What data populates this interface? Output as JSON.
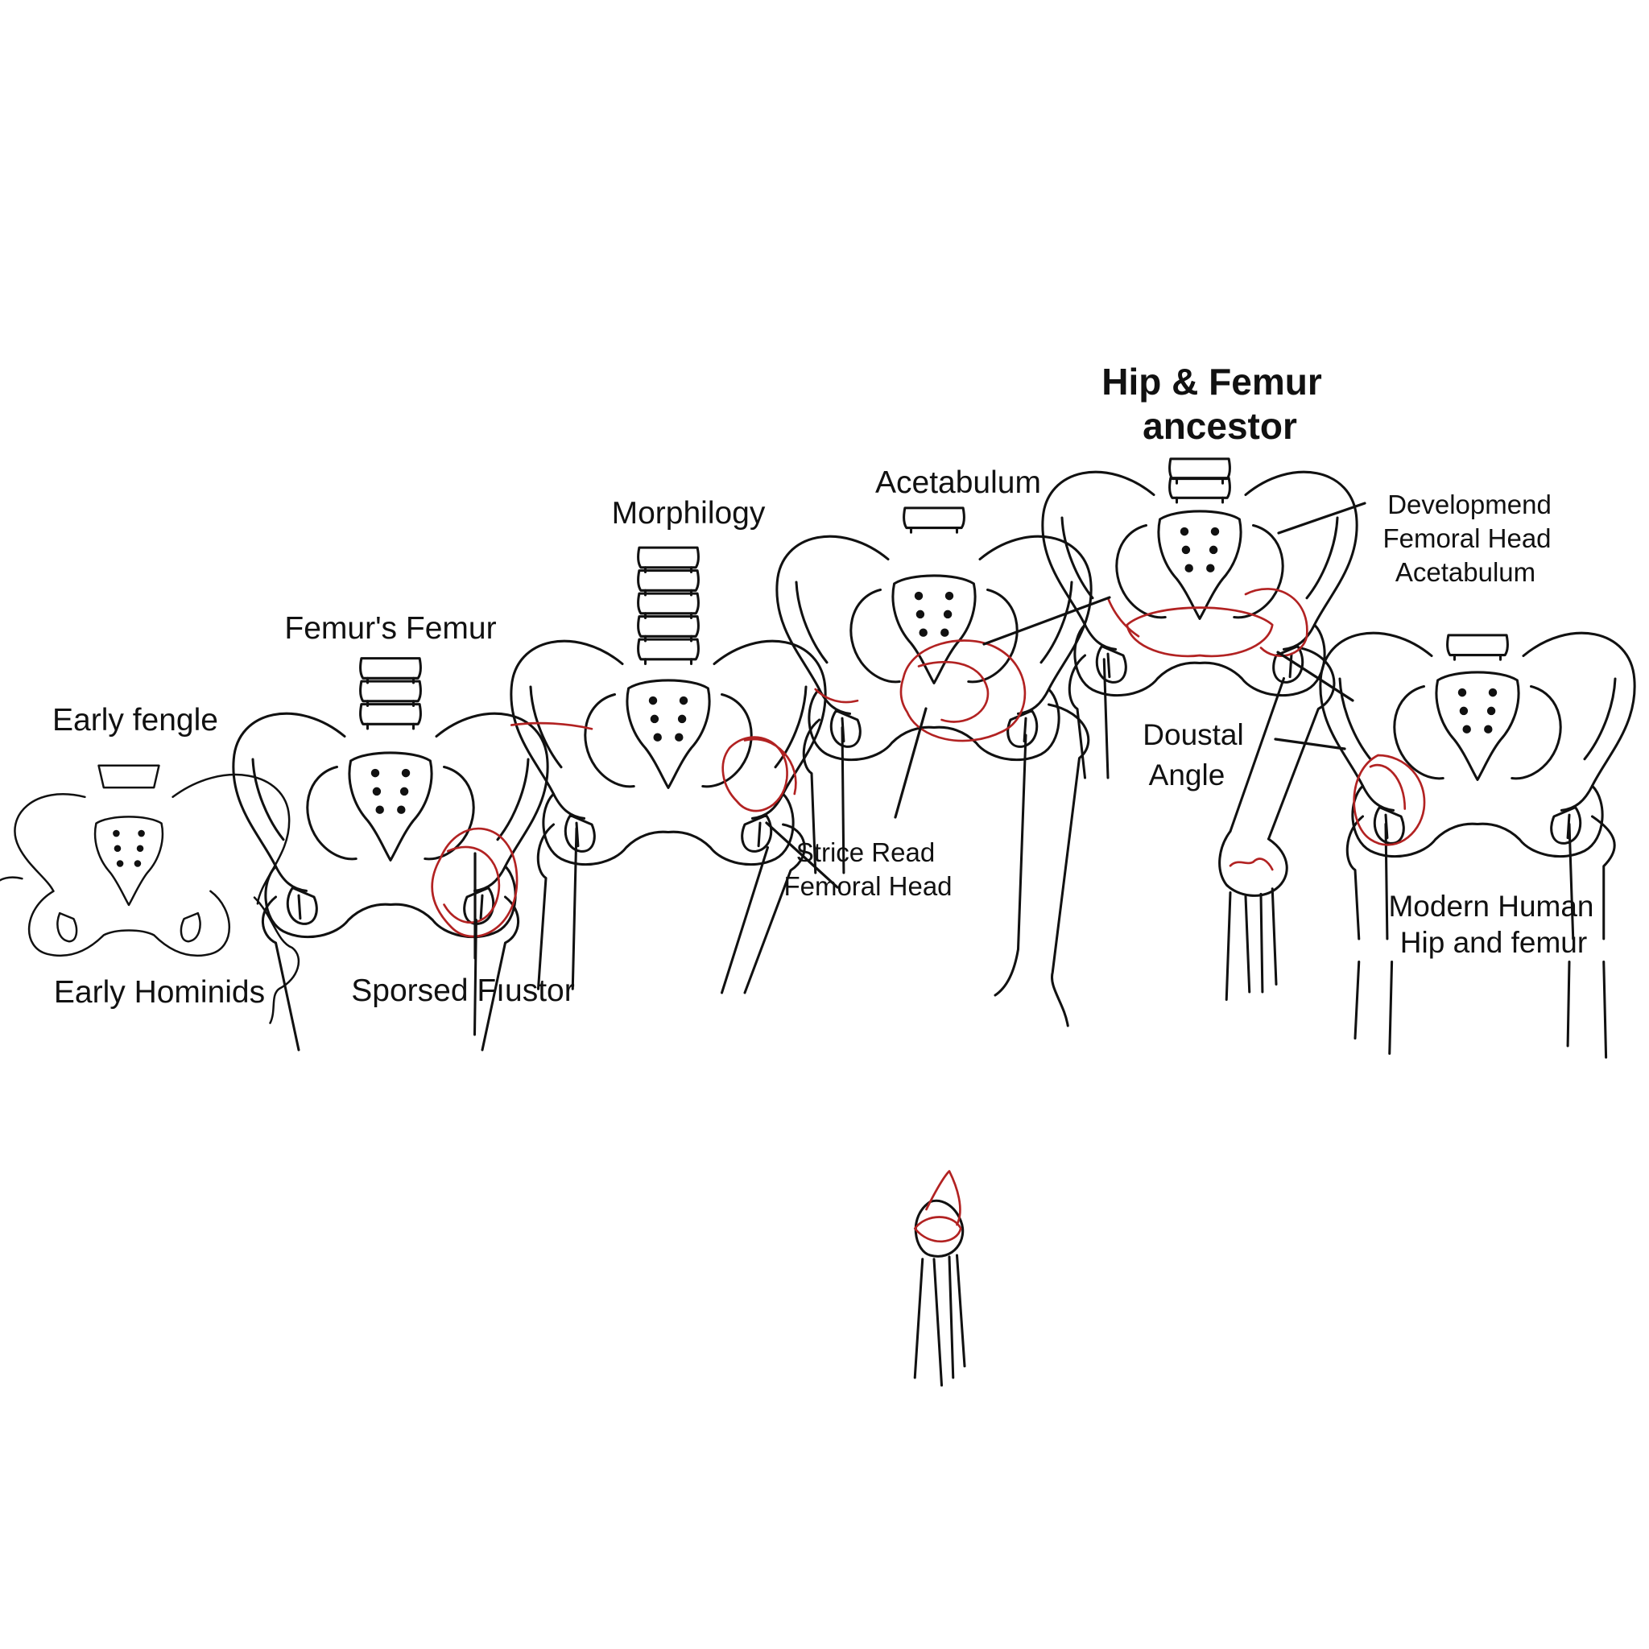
{
  "title": {
    "line1": "Hip & Femur",
    "line2": "ancestor"
  },
  "colors": {
    "ink": "#111111",
    "highlight": "#b22222",
    "background": "#ffffff"
  },
  "stages": [
    {
      "id": "stage-1",
      "top_label": "Early fengle",
      "bottom_label": "Early Hominids"
    },
    {
      "id": "stage-2",
      "top_label": "Femur's Femur",
      "bottom_label": "Sporsed Fıustor"
    },
    {
      "id": "stage-3",
      "top_label": "Morphilogy"
    },
    {
      "id": "stage-4",
      "top_label": "Acetabulum",
      "callout": [
        "Strice Read",
        "Femoral Head"
      ]
    },
    {
      "id": "stage-5",
      "callout": [
        "Doustal",
        "Angle"
      ],
      "side_labels": [
        "Developmend",
        "Femoral Head",
        "Acetabulum"
      ]
    },
    {
      "id": "stage-6",
      "bottom_label": [
        "Modern Human",
        "Hip and femur"
      ]
    }
  ]
}
